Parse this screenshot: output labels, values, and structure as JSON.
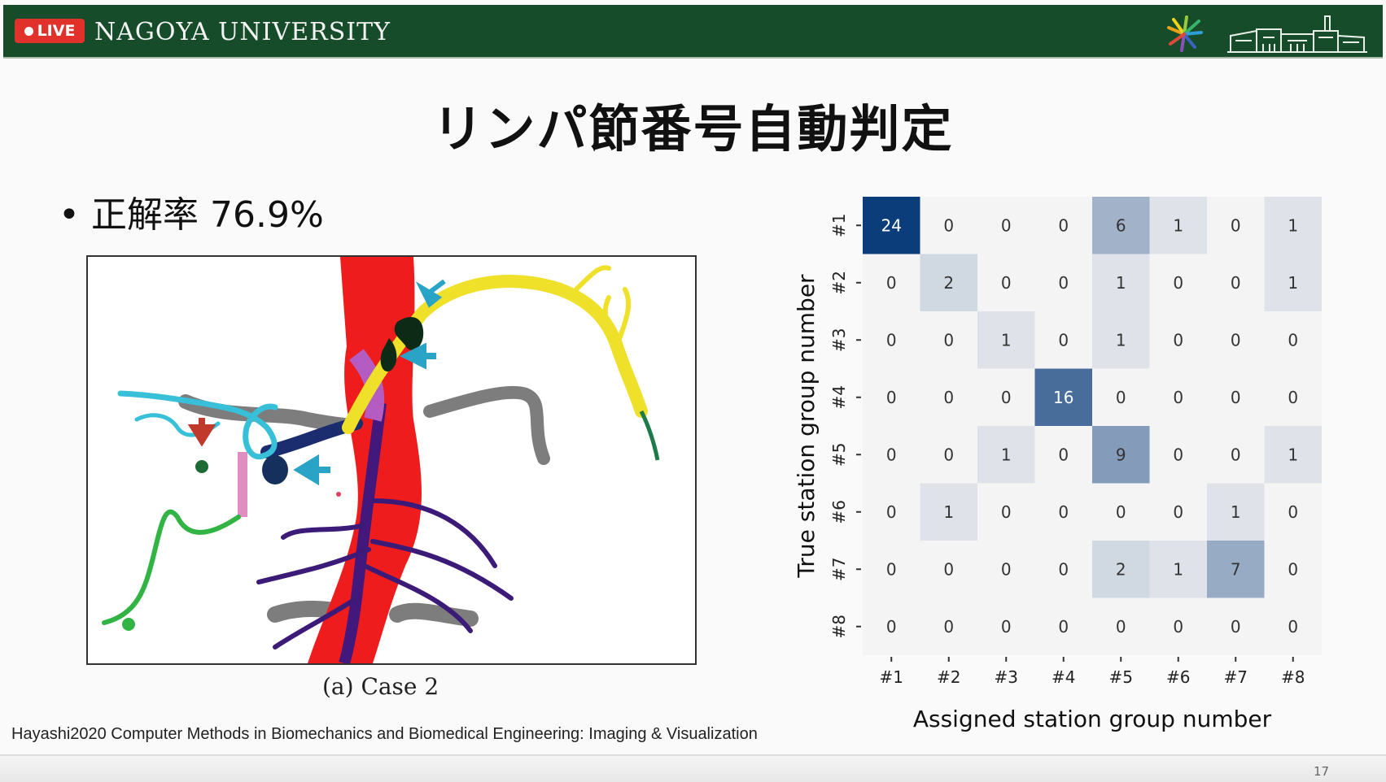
{
  "header": {
    "live_label": "LIVE",
    "university": "Nagoya University",
    "university_display": "NAGOYA UNIVERSITY"
  },
  "slide": {
    "title": "リンパ節番号自動判定",
    "bullet_text": "正解率 76.9%",
    "caption": "(a) Case 2",
    "reference": "Hayashi2020 Computer Methods in Biomechanics and Biomedical Engineering: Imaging & Visualization",
    "page_number": "17"
  },
  "chart_data": {
    "type": "heatmap",
    "x_categories": [
      "#1",
      "#2",
      "#3",
      "#4",
      "#5",
      "#6",
      "#7",
      "#8"
    ],
    "y_categories": [
      "#1",
      "#2",
      "#3",
      "#4",
      "#5",
      "#6",
      "#7",
      "#8"
    ],
    "matrix": [
      [
        24,
        0,
        0,
        0,
        6,
        1,
        0,
        1
      ],
      [
        0,
        2,
        0,
        0,
        1,
        0,
        0,
        1
      ],
      [
        0,
        0,
        1,
        0,
        1,
        0,
        0,
        0
      ],
      [
        0,
        0,
        0,
        16,
        0,
        0,
        0,
        0
      ],
      [
        0,
        0,
        1,
        0,
        9,
        0,
        0,
        1
      ],
      [
        0,
        1,
        0,
        0,
        0,
        0,
        1,
        0
      ],
      [
        0,
        0,
        0,
        0,
        2,
        1,
        7,
        0
      ],
      [
        0,
        0,
        0,
        0,
        0,
        0,
        0,
        0
      ]
    ],
    "xlabel": "Assigned station group number",
    "ylabel": "True station group number",
    "colormap": "Blues",
    "colors": {
      "low": "#f4f4f4",
      "high": "#0b3d7a"
    }
  }
}
